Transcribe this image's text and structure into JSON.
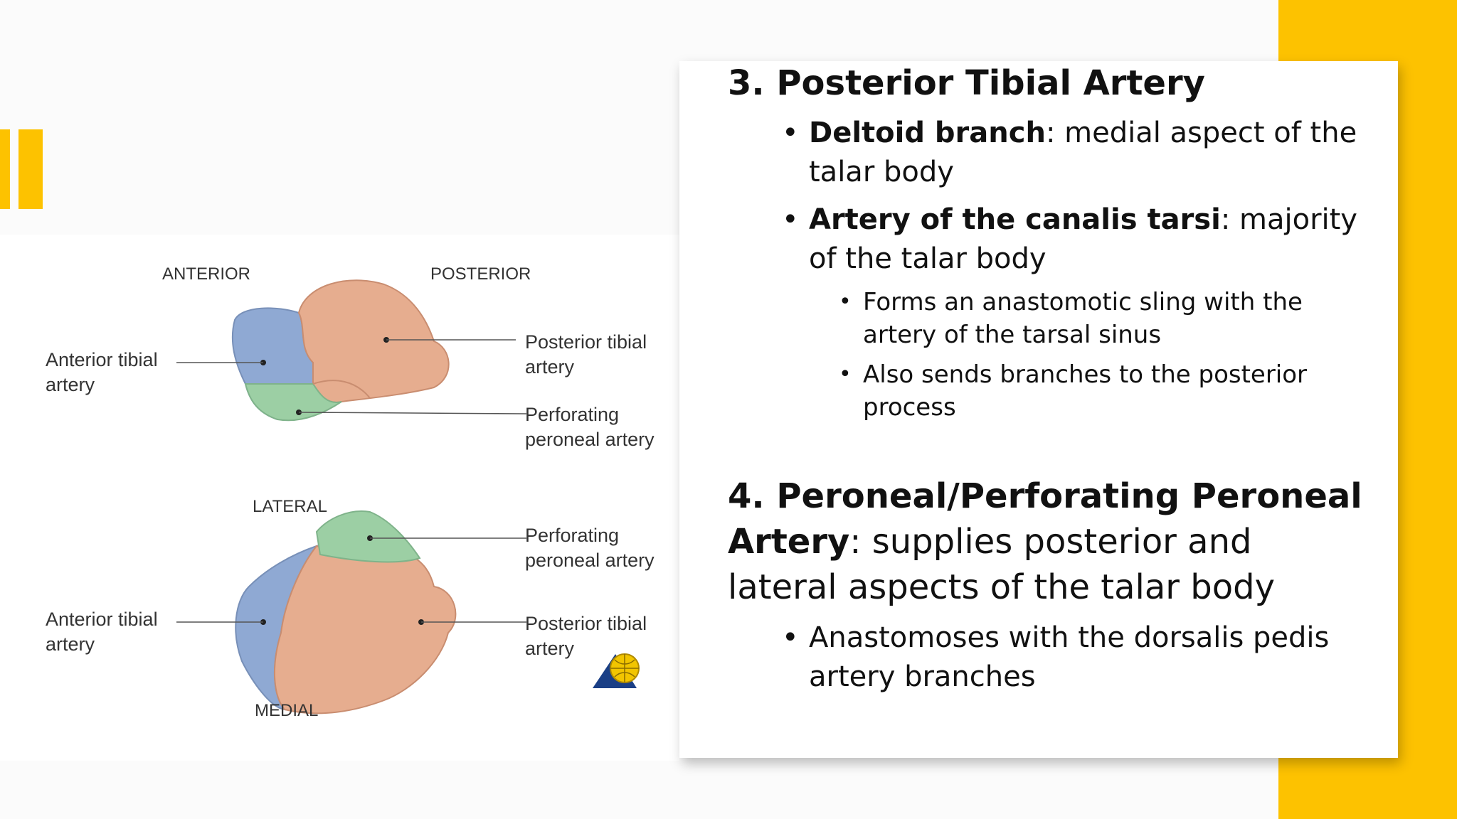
{
  "slide": {
    "colors": {
      "accent": "#fdc200",
      "card": "#ffffff",
      "text": "#111111"
    }
  },
  "diagram": {
    "colors": {
      "anterior_tibial": "#8fa9d3",
      "posterior_tibial": "#e6ad8f",
      "perforating_peroneal": "#9ccfa4",
      "label": "#333333"
    },
    "top_view": {
      "orientation_left": "ANTERIOR",
      "orientation_right": "POSTERIOR",
      "label_left": [
        "Anterior tibial",
        "artery"
      ],
      "label_right_upper": [
        "Posterior tibial",
        "artery"
      ],
      "label_right_lower": [
        "Perforating",
        "peroneal artery"
      ]
    },
    "bottom_view": {
      "orientation_top": "LATERAL",
      "orientation_bottom": "MEDIAL",
      "label_left": [
        "Anterior tibial",
        "artery"
      ],
      "label_right_upper": [
        "Perforating",
        "peroneal artery"
      ],
      "label_right_lower": [
        "Posterior tibial",
        "artery"
      ]
    },
    "logo_icon": "globe-triangle-logo"
  },
  "content": {
    "section3": {
      "title": "3. Posterior Tibial Artery",
      "bullets": [
        {
          "term": "Deltoid branch",
          "text": ": medial aspect of the talar body"
        },
        {
          "term": "Artery of the canalis tarsi",
          "text": ": majority of the talar body"
        }
      ],
      "sub_bullets": [
        "Forms an anastomotic sling with the artery of the tarsal sinus",
        "Also sends branches to the posterior process"
      ]
    },
    "section4": {
      "title_bold": "4. Peroneal/Perforating Peroneal Artery",
      "title_rest": ": supplies posterior and lateral aspects of the talar body",
      "bullets": [
        "Anastomoses with the dorsalis pedis artery branches"
      ]
    }
  }
}
